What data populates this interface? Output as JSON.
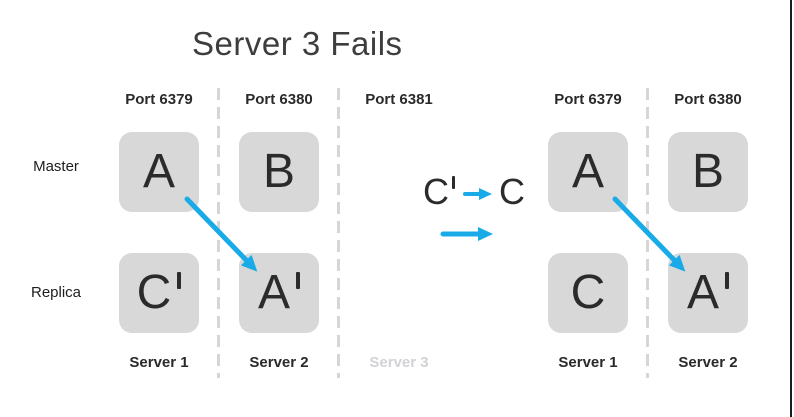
{
  "title": "Server 3 Fails",
  "row_labels": {
    "master": "Master",
    "replica": "Replica"
  },
  "left_diagram": {
    "columns": [
      {
        "port": "Port 6379",
        "server": "Server 1",
        "failed": false,
        "master_box": {
          "label": "A",
          "prime": false
        },
        "replica_box": {
          "label": "C",
          "prime": true
        }
      },
      {
        "port": "Port 6380",
        "server": "Server 2",
        "failed": false,
        "master_box": {
          "label": "B",
          "prime": false
        },
        "replica_box": {
          "label": "A",
          "prime": true
        }
      },
      {
        "port": "Port 6381",
        "server": "Server 3",
        "failed": true
      }
    ]
  },
  "transition": {
    "from": {
      "label": "C",
      "prime": true
    },
    "to": {
      "label": "C"
    }
  },
  "right_diagram": {
    "columns": [
      {
        "port": "Port 6379",
        "server": "Server 1",
        "failed": false,
        "master_box": {
          "label": "A",
          "prime": false
        },
        "replica_box": {
          "label": "C",
          "prime": false
        }
      },
      {
        "port": "Port 6380",
        "server": "Server 2",
        "failed": false,
        "master_box": {
          "label": "B",
          "prime": false
        },
        "replica_box": {
          "label": "A",
          "prime": true
        }
      }
    ]
  },
  "colors": {
    "accent_blue": "#18abe8",
    "box_gray": "#d8d8d8",
    "text_dark": "#2b2b2b",
    "failed_gray": "#d2d2d6"
  }
}
